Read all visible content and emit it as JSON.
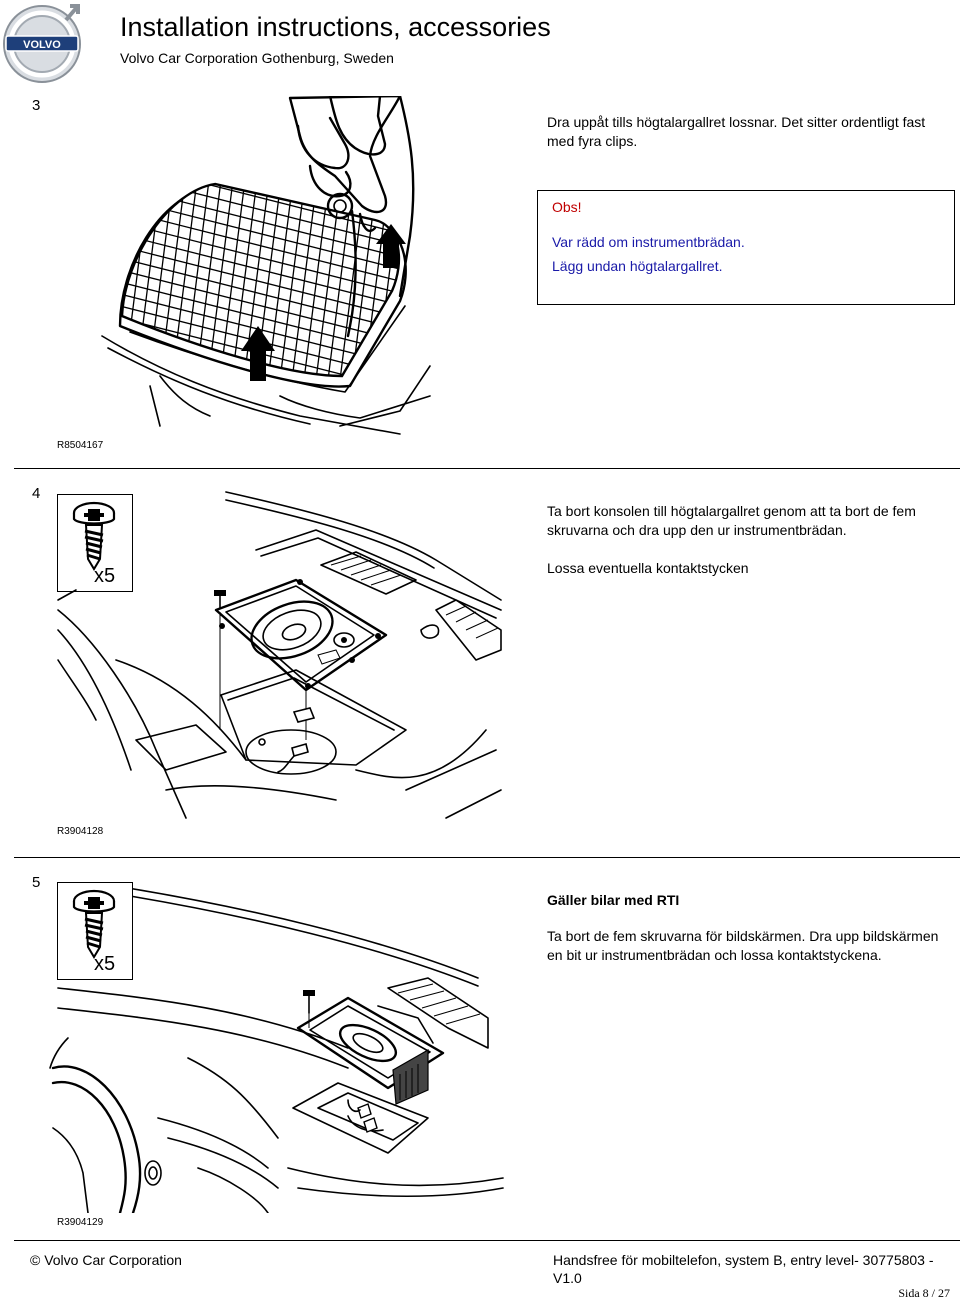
{
  "header": {
    "title": "Installation instructions, accessories",
    "subtitle": "Volvo Car Corporation Gothenburg, Sweden",
    "logo_text": "VOLVO"
  },
  "steps": [
    {
      "number": "3",
      "ref": "R8504167",
      "text": [
        "Dra uppåt tills högtalargallret lossnar. Det sitter ordentligt fast med fyra clips."
      ],
      "note": {
        "title": "Obs!",
        "lines": [
          "Var rädd om instrumentbrädan.",
          "Lägg undan högtalargallret."
        ]
      }
    },
    {
      "number": "4",
      "ref": "R3904128",
      "icon_label": "x5",
      "text": [
        "Ta bort konsolen till högtalargallret genom att ta bort de fem skruvarna och dra upp den ur instrumentbrädan.",
        "Lossa eventuella kontaktstycken"
      ]
    },
    {
      "number": "5",
      "ref": "R3904129",
      "icon_label": "x5",
      "heading": "Gäller bilar med RTI",
      "text": [
        "Ta bort de fem skruvarna för bildskärmen. Dra upp bildskärmen en bit ur instrumentbrädan och lossa kontaktstyckena."
      ]
    }
  ],
  "footer": {
    "left": "© Volvo Car Corporation",
    "right": "Handsfree för mobiltelefon, system B, entry level- 30775803 - V1.0",
    "page": "Sida 8 / 27"
  },
  "colors": {
    "warning": "#c00000",
    "note_text": "#1a1aa8"
  }
}
